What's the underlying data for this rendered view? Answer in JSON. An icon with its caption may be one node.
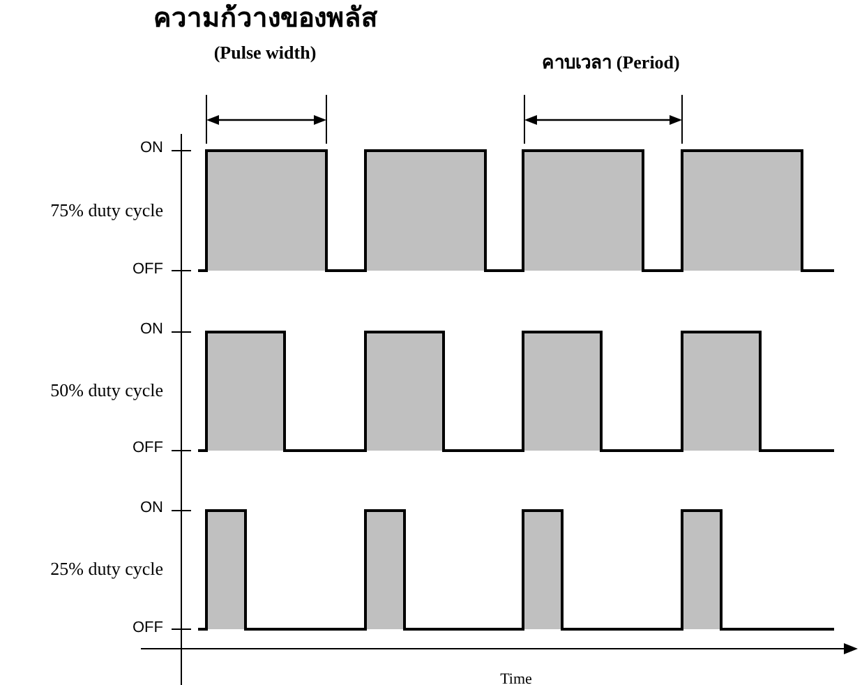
{
  "diagram": {
    "labels": [
      "ความก้วางของพลัส",
      "(Pulse width)",
      "คาบเวลา (Period)",
      "ON",
      "75% duty cycle",
      "OFF",
      "ON",
      "50% duty cycle",
      "OFF",
      "ON",
      "25% duty cycle",
      "OFF",
      "Time"
    ]
  }
}
